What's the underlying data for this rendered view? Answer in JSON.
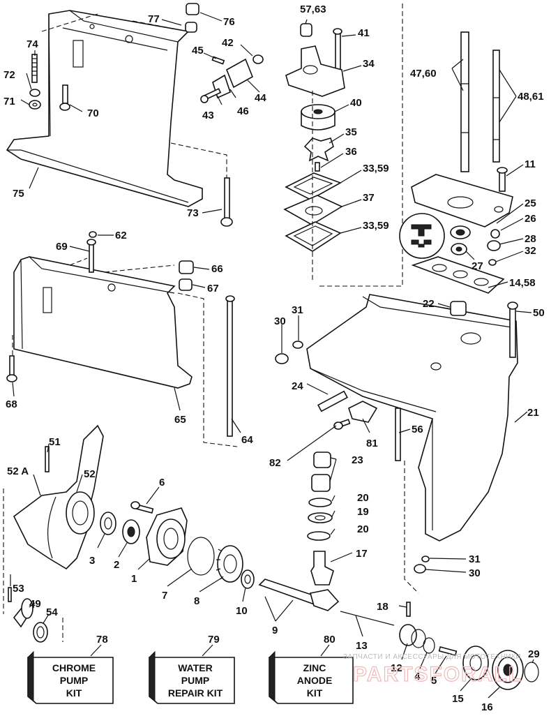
{
  "diagram": {
    "callouts": {
      "c74": "74",
      "c72": "72",
      "c71": "71",
      "c70": "70",
      "c75": "75",
      "c77": "77",
      "c76": "76",
      "c45": "45",
      "c42": "42",
      "c44": "44",
      "c43": "43",
      "c46": "46",
      "c73": "73",
      "c5763": "57,63",
      "c41": "41",
      "c34": "34",
      "c40": "40",
      "c35": "35",
      "c36": "36",
      "c3359a": "33,59",
      "c37": "37",
      "c3359b": "33,59",
      "c4760": "47,60",
      "c4861": "48,61",
      "c11": "11",
      "c25": "25",
      "c26": "26",
      "c28": "28",
      "c32": "32",
      "c27": "27",
      "c1458": "14,58",
      "c62": "62",
      "c69": "69",
      "c66": "66",
      "c67": "67",
      "c68": "68",
      "c65": "65",
      "c64": "64",
      "c22": "22",
      "c50": "50",
      "c31a": "31",
      "c30a": "30",
      "c24": "24",
      "c21": "21",
      "c56": "56",
      "c81": "81",
      "c82": "82",
      "c23": "23",
      "c20a": "20",
      "c19": "19",
      "c20b": "20",
      "c17": "17",
      "c31b": "31",
      "c30b": "30",
      "c51": "51",
      "c52A": "52 A",
      "c52": "52",
      "c6": "6",
      "c3": "3",
      "c2": "2",
      "c1": "1",
      "c7": "7",
      "c8": "8",
      "c10": "10",
      "c9": "9",
      "c53": "53",
      "c49": "49",
      "c54": "54",
      "c18": "18",
      "c13": "13",
      "c12": "12",
      "c4": "4",
      "c5": "5",
      "c15": "15",
      "c16": "16",
      "c29": "29",
      "c78": "78",
      "c79": "79",
      "c80": "80"
    },
    "kits": [
      {
        "line1": "CHROME",
        "line2": "PUMP",
        "line3": "KIT"
      },
      {
        "line1": "WATER",
        "line2": "PUMP",
        "line3": "REPAIR KIT"
      },
      {
        "line1": "ZINC",
        "line2": "ANODE",
        "line3": "KIT"
      }
    ],
    "watermark": {
      "text": "ЗАПЧАСТИ И АКСЕССУАРЫ ДЛЯ МОТОТЕХНИКИ",
      "brand": "PARTSFORALL"
    }
  }
}
